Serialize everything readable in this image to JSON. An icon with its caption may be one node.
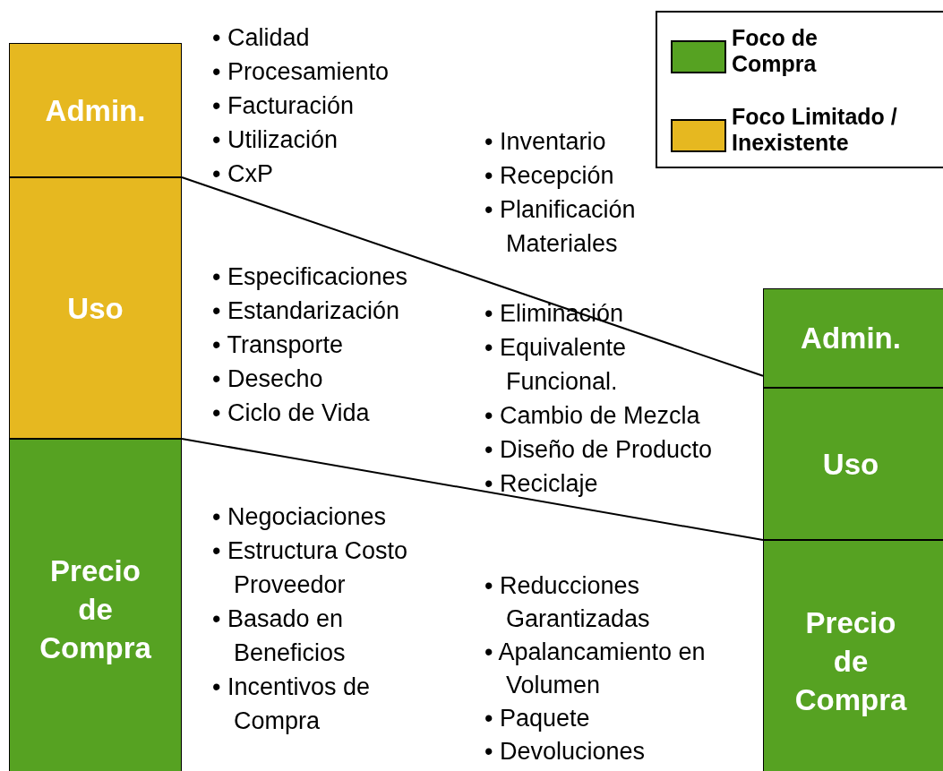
{
  "diagram": {
    "nodes": [
      {
        "text": [
          "Admin."
        ]
      },
      {
        "text": [
          "Uso"
        ]
      },
      {
        "text": [
          "Precio de Compra"
        ]
      },
      {
        "text": [
          "Admin."
        ]
      },
      {
        "text": [
          "Uso"
        ]
      },
      {
        "text": [
          "Precio de Compra"
        ]
      }
    ],
    "edges": [
      {
        "from": 0,
        "to": 3,
        "arrow": "none"
      },
      {
        "from": 2,
        "to": 5,
        "arrow": "none"
      }
    ],
    "labels": [
      "• Calidad",
      "• Procesamiento",
      "• Facturación",
      "• Utilización",
      "• CxP",
      "• Inventario",
      "• Recepción",
      "• Planificación Materiales",
      "• Especificaciones",
      "• Estandarización",
      "• Transporte",
      "• Desecho",
      "• Ciclo de Vida",
      "• Eliminación",
      "• Equivalente Funcional.",
      "• Cambio de Mezcla",
      "• Diseño de Producto",
      "• Reciclaje",
      "• Negociaciones",
      "• Estructura Costo Proveedor",
      "• Basado en Beneficios",
      "• Incentivos de Compra",
      "• Reducciones Garantizadas",
      "• Apalancamiento en Volumen",
      "• Paquete",
      "• Devoluciones"
    ],
    "legend": [
      {
        "text": "Foco de Compra",
        "color": "#56a222"
      },
      {
        "text": "Foco Limitado / Inexistente",
        "color": "#e6b820"
      }
    ]
  }
}
